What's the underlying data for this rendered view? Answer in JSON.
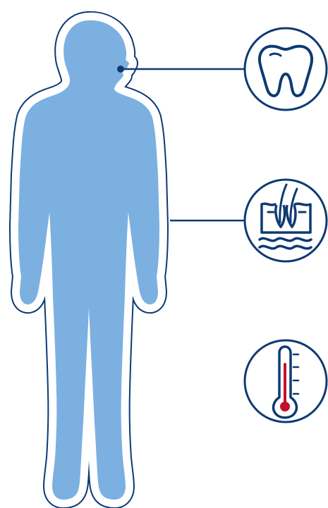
{
  "diagram": {
    "figure": "human-body-silhouette",
    "callouts": [
      {
        "id": "tooth",
        "icon": "tooth-icon",
        "anchor": "mouth"
      },
      {
        "id": "skin",
        "icon": "skin-hair-follicle-icon",
        "anchor": "body-side"
      },
      {
        "id": "temperature",
        "icon": "thermometer-icon",
        "anchor": "none"
      }
    ]
  },
  "colors": {
    "outline": "#0d3a73",
    "body_fill": "#7cb0e1",
    "halo": "#ffffff",
    "icon_stroke": "#0d3a73",
    "thermometer_mercury": "#c8102e"
  }
}
